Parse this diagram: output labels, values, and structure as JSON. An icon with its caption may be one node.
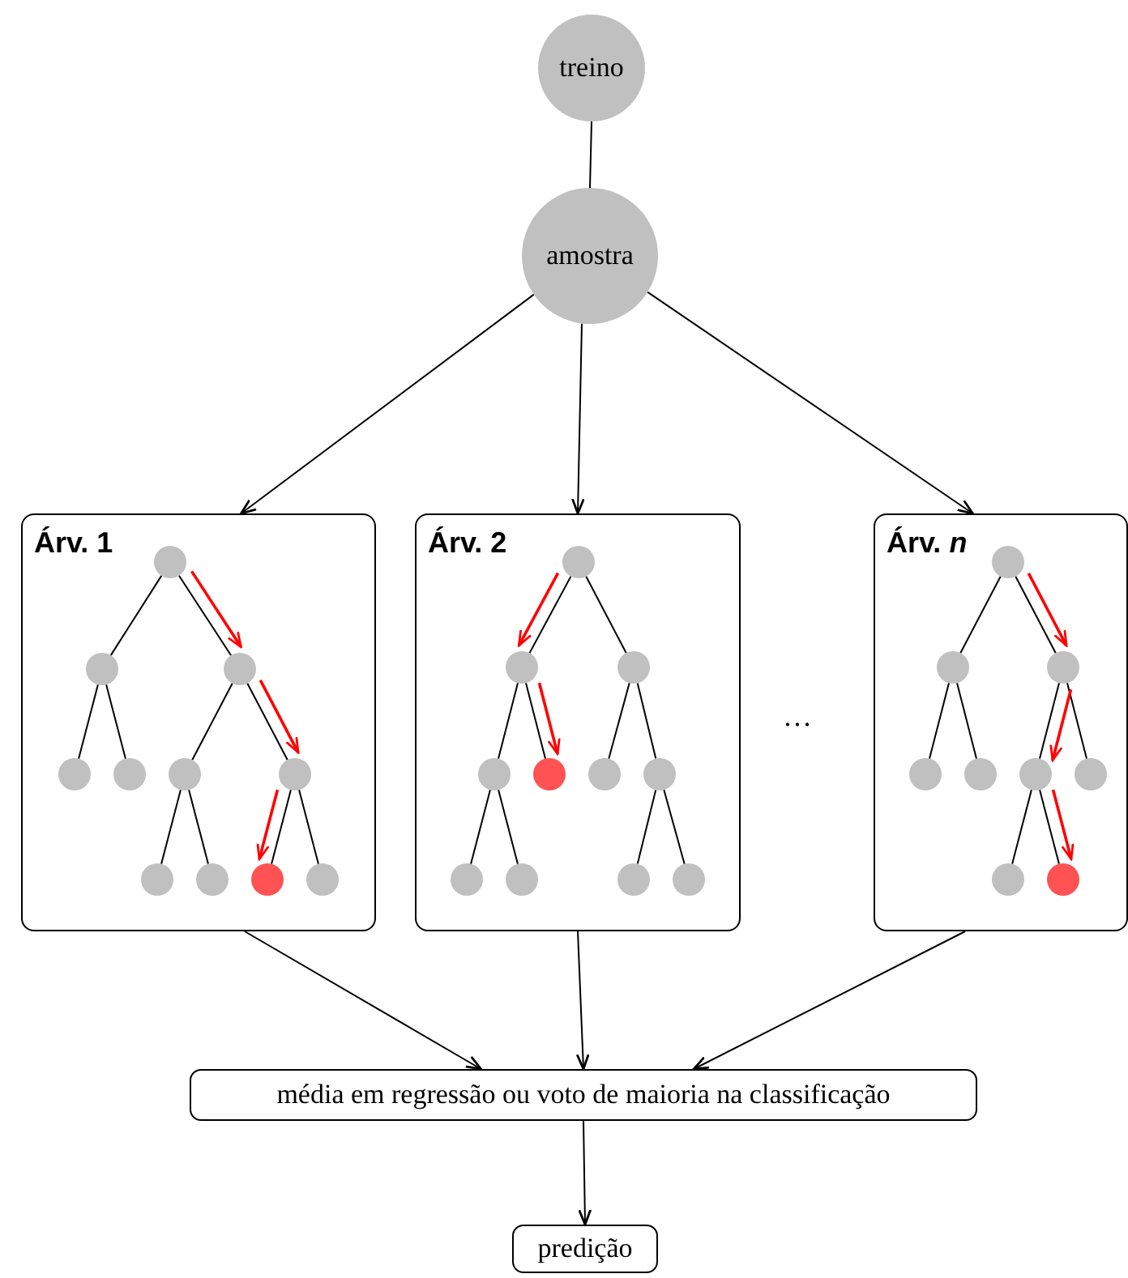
{
  "diagram": {
    "nodes": [
      {
        "text": [
          "treino"
        ]
      },
      {
        "text": [
          "amostra"
        ]
      },
      {
        "text": [
          "Árv. 1"
        ]
      },
      {
        "text": [],
        "shape": "circle",
        "in": 2
      },
      {
        "text": [],
        "shape": "circle",
        "in": 2
      },
      {
        "text": [],
        "shape": "circle",
        "in": 2
      },
      {
        "text": [],
        "shape": "circle",
        "in": 2
      },
      {
        "text": [],
        "shape": "circle",
        "in": 2
      },
      {
        "text": [],
        "shape": "circle",
        "in": 2
      },
      {
        "text": [],
        "shape": "circle",
        "in": 2
      },
      {
        "text": [],
        "shape": "circle",
        "in": 2
      },
      {
        "text": [],
        "shape": "circle",
        "in": 2
      },
      {
        "text": [],
        "shape": "circle",
        "in": 2
      },
      {
        "text": [],
        "shape": "circle",
        "in": 2
      },
      {
        "text": [
          "Árv. 2"
        ]
      },
      {
        "text": [],
        "shape": "circle",
        "in": 14
      },
      {
        "text": [],
        "shape": "circle",
        "in": 14
      },
      {
        "text": [],
        "shape": "circle",
        "in": 14
      },
      {
        "text": [],
        "shape": "circle",
        "in": 14
      },
      {
        "text": [],
        "shape": "circle",
        "in": 14
      },
      {
        "text": [],
        "shape": "circle",
        "in": 14
      },
      {
        "text": [],
        "shape": "circle",
        "in": 14
      },
      {
        "text": [],
        "shape": "circle",
        "in": 14
      },
      {
        "text": [],
        "shape": "circle",
        "in": 14
      },
      {
        "text": [],
        "shape": "circle",
        "in": 14
      },
      {
        "text": [],
        "shape": "circle",
        "in": 14
      },
      {
        "text": [
          "Árv. *n*"
        ]
      },
      {
        "text": [],
        "shape": "circle",
        "in": 26
      },
      {
        "text": [],
        "shape": "circle",
        "in": 26
      },
      {
        "text": [],
        "shape": "circle",
        "in": 26
      },
      {
        "text": [],
        "shape": "circle",
        "in": 26
      },
      {
        "text": [],
        "shape": "circle",
        "in": 26
      },
      {
        "text": [],
        "shape": "circle",
        "in": 26
      },
      {
        "text": [],
        "shape": "circle",
        "in": 26
      },
      {
        "text": [],
        "shape": "circle",
        "in": 26
      },
      {
        "text": [],
        "shape": "circle",
        "in": 26
      },
      {
        "text": [
          "média em regressão ou voto de maioria na classificação"
        ]
      },
      {
        "text": [
          "predição"
        ]
      }
    ],
    "edges": [
      {
        "from": 0,
        "to": 1,
        "arrow": "none"
      },
      {
        "from": 1,
        "to": 2,
        "arrow": "to"
      },
      {
        "from": 1,
        "to": 14,
        "arrow": "to"
      },
      {
        "from": 1,
        "to": 26,
        "arrow": "to"
      },
      {
        "from": 3,
        "to": 4,
        "arrow": "none"
      },
      {
        "from": 3,
        "to": 5,
        "arrow": "none"
      },
      {
        "from": 4,
        "to": 6,
        "arrow": "none"
      },
      {
        "from": 4,
        "to": 7,
        "arrow": "none"
      },
      {
        "from": 5,
        "to": 8,
        "arrow": "none"
      },
      {
        "from": 5,
        "to": 9,
        "arrow": "none"
      },
      {
        "from": 8,
        "to": 10,
        "arrow": "none"
      },
      {
        "from": 8,
        "to": 11,
        "arrow": "none"
      },
      {
        "from": 9,
        "to": 12,
        "arrow": "none"
      },
      {
        "from": 9,
        "to": 13,
        "arrow": "none"
      },
      {
        "from": 3,
        "to": 5,
        "arrow": "to",
        "color": "#ff0000"
      },
      {
        "from": 5,
        "to": 9,
        "arrow": "to",
        "color": "#ff0000"
      },
      {
        "from": 9,
        "to": 12,
        "arrow": "to",
        "color": "#ff0000"
      },
      {
        "from": 15,
        "to": 16,
        "arrow": "none"
      },
      {
        "from": 15,
        "to": 17,
        "arrow": "none"
      },
      {
        "from": 16,
        "to": 18,
        "arrow": "none"
      },
      {
        "from": 16,
        "to": 19,
        "arrow": "none"
      },
      {
        "from": 17,
        "to": 20,
        "arrow": "none"
      },
      {
        "from": 17,
        "to": 21,
        "arrow": "none"
      },
      {
        "from": 18,
        "to": 22,
        "arrow": "none"
      },
      {
        "from": 18,
        "to": 23,
        "arrow": "none"
      },
      {
        "from": 21,
        "to": 24,
        "arrow": "none"
      },
      {
        "from": 21,
        "to": 25,
        "arrow": "none"
      },
      {
        "from": 15,
        "to": 16,
        "arrow": "to",
        "color": "#ff0000"
      },
      {
        "from": 16,
        "to": 19,
        "arrow": "to",
        "color": "#ff0000"
      },
      {
        "from": 27,
        "to": 28,
        "arrow": "none"
      },
      {
        "from": 27,
        "to": 29,
        "arrow": "none"
      },
      {
        "from": 28,
        "to": 30,
        "arrow": "none"
      },
      {
        "from": 28,
        "to": 31,
        "arrow": "none"
      },
      {
        "from": 29,
        "to": 32,
        "arrow": "none"
      },
      {
        "from": 29,
        "to": 33,
        "arrow": "none"
      },
      {
        "from": 32,
        "to": 34,
        "arrow": "none"
      },
      {
        "from": 32,
        "to": 35,
        "arrow": "none"
      },
      {
        "from": 27,
        "to": 29,
        "arrow": "to",
        "color": "#ff0000"
      },
      {
        "from": 29,
        "to": 32,
        "arrow": "to",
        "color": "#ff0000"
      },
      {
        "from": 32,
        "to": 35,
        "arrow": "to",
        "color": "#ff0000"
      },
      {
        "from": 2,
        "to": 36,
        "arrow": "to"
      },
      {
        "from": 14,
        "to": 36,
        "arrow": "to"
      },
      {
        "from": 26,
        "to": 36,
        "arrow": "to"
      },
      {
        "from": 36,
        "to": 37,
        "arrow": "to"
      }
    ],
    "labels": [
      "…"
    ]
  }
}
